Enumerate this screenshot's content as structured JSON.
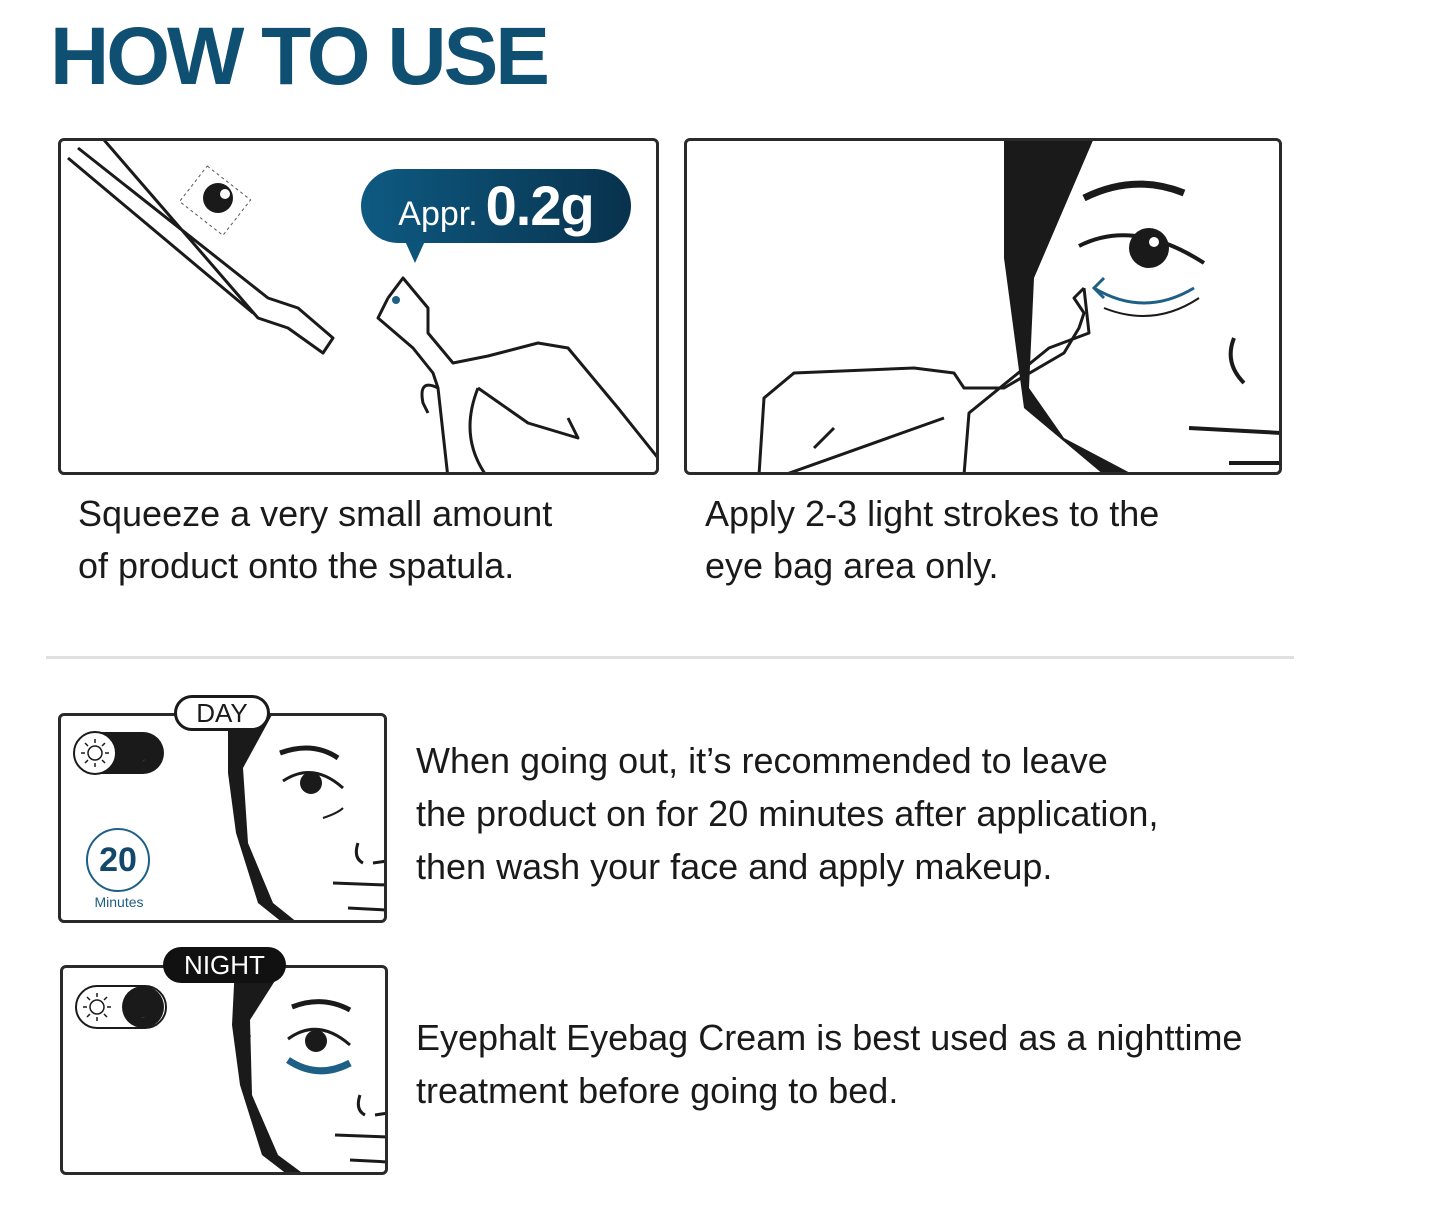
{
  "title": "HOW TO USE",
  "step1": {
    "bubble_prefix": "Appr.",
    "bubble_amount": "0.2g",
    "caption_lines": [
      "Squeeze a very small amount",
      "of product onto the spatula."
    ]
  },
  "step2": {
    "caption_lines": [
      "Apply 2-3 light strokes to the",
      "eye bag area only."
    ]
  },
  "day": {
    "badge": "DAY",
    "timer_value": "20",
    "timer_unit": "Minutes",
    "text_lines": [
      "When going out, it’s recommended to leave",
      "the product on for 20 minutes after application,",
      "then wash your face and apply makeup."
    ]
  },
  "night": {
    "badge": "NIGHT",
    "text_lines": [
      "Eyephalt Eyebag Cream is best used as a nighttime",
      "treatment before going to bed."
    ]
  },
  "colors": {
    "brand": "#0e4f72",
    "ink": "#1a1a1a",
    "divider": "#e0e0e0"
  }
}
